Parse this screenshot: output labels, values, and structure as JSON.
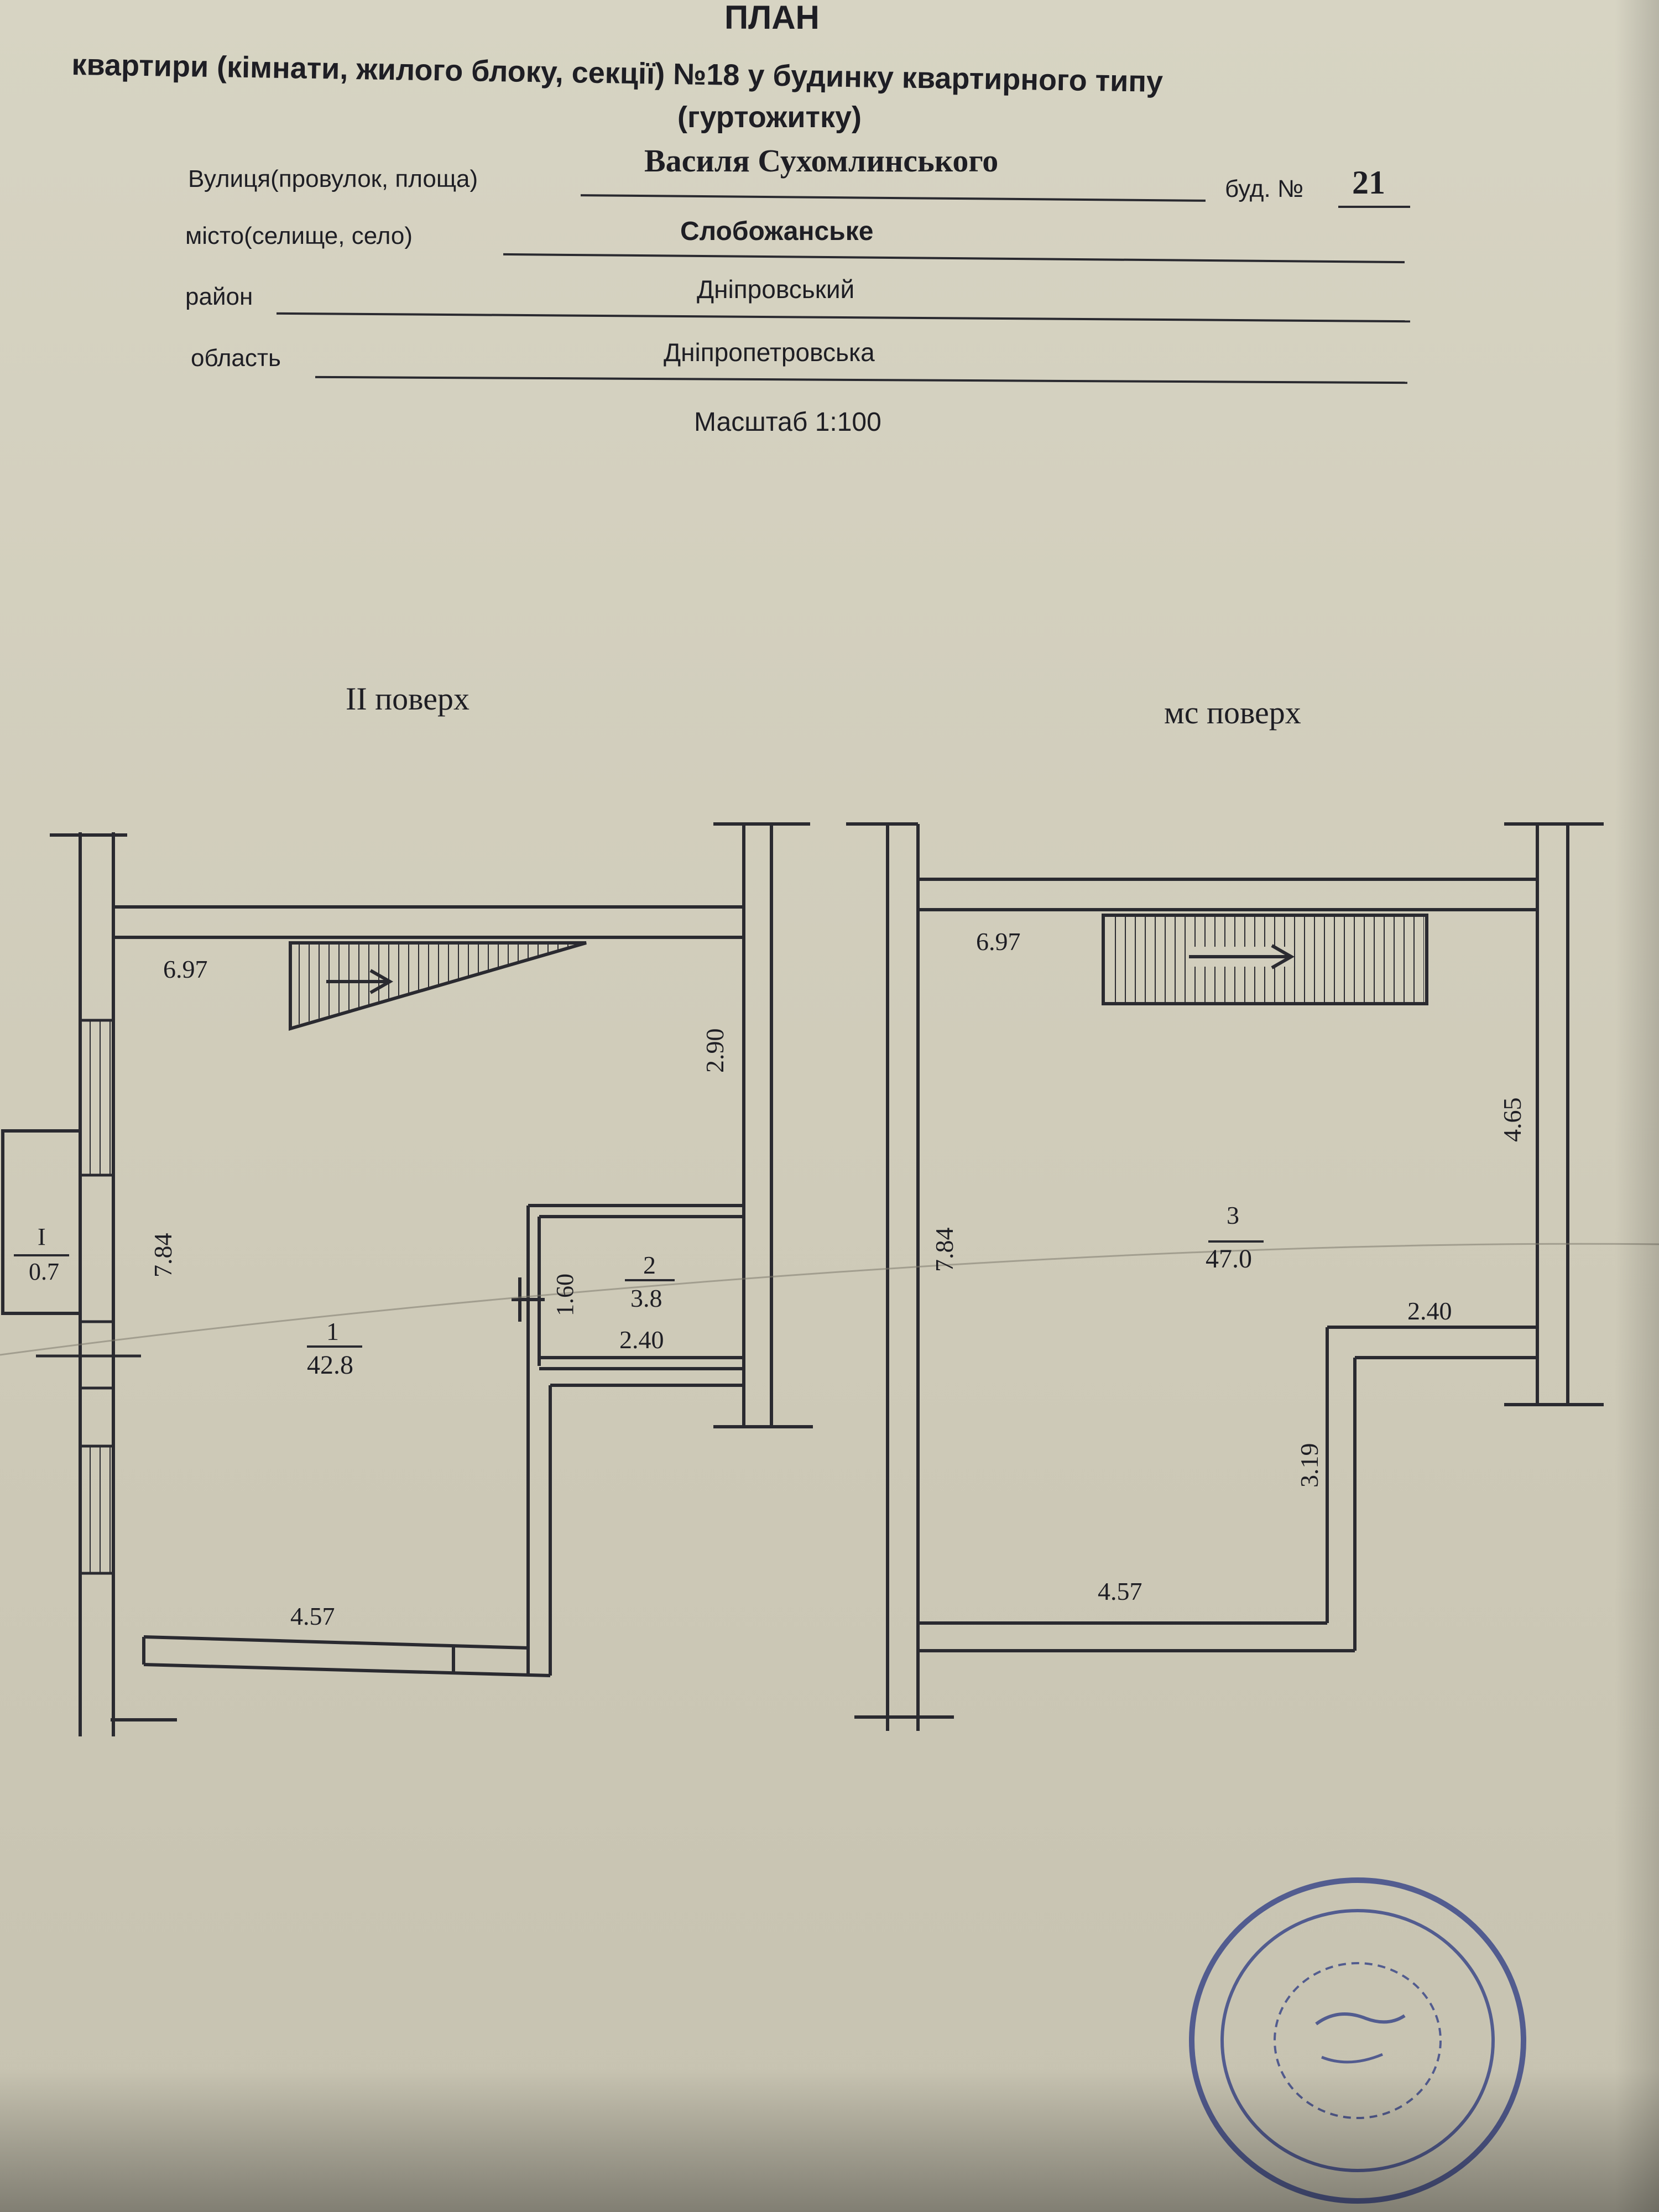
{
  "header": {
    "title": "ПЛАН",
    "line2": "квартири (кімнати, жилого блоку, секції) №18 у будинку квартирного типу",
    "line3": "(гуртожитку)"
  },
  "address": {
    "street_label": "Вулиця(провулок, площа)",
    "street_value": "Василя Сухомлинського",
    "building_label": "буд. №",
    "building_value": "21",
    "city_label": "місто(селище, село)",
    "city_value": "Слобожанське",
    "district_label": "район",
    "district_value": "Дніпровський",
    "region_label": "область",
    "region_value": "Дніпропетровська",
    "scale": "Масштаб 1:100"
  },
  "floor2": {
    "title": "II поверх",
    "dim_top": "6.97",
    "dim_right": "2.90",
    "dim_left": "7.84",
    "dim_small": "1.60",
    "dim_mid": "2.40",
    "dim_bottom": "4.57",
    "room1_num": "1",
    "room1_area": "42.8",
    "room2_num": "2",
    "room2_area": "3.8",
    "balcony_num": "I",
    "balcony_area": "0.7"
  },
  "floor_mc": {
    "title": "мс поверх",
    "dim_top": "6.97",
    "dim_right": "4.65",
    "dim_left": "7.84",
    "dim_mid": "2.40",
    "dim_step": "3.19",
    "dim_bottom": "4.57",
    "room3_num": "3",
    "room3_area": "47.0"
  },
  "colors": {
    "paper": "#d2cebd",
    "ink": "#1e1e24",
    "stamp": "#3e4a8a"
  }
}
